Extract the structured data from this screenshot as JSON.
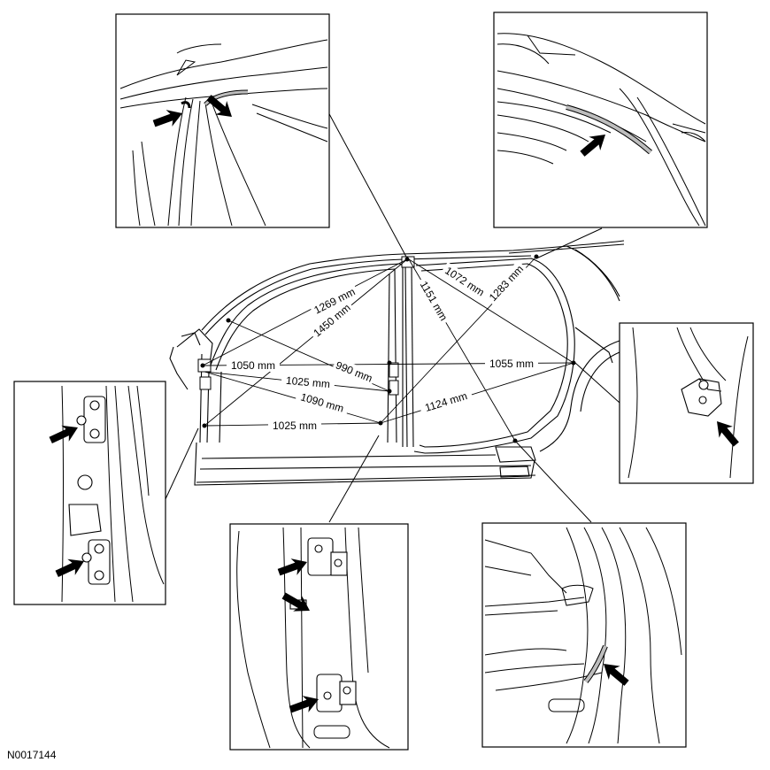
{
  "figure_id": "N0017144",
  "dimensions": {
    "d1269": "1269 mm",
    "d1450": "1450 mm",
    "d1072": "1072 mm",
    "d1151": "1151 mm",
    "d1283": "1283 mm",
    "d1050": "1050 mm",
    "d990": "990 mm",
    "d1055": "1055 mm",
    "d1025_upper": "1025 mm",
    "d1090": "1090 mm",
    "d1124": "1124 mm",
    "d1025_lower": "1025 mm"
  },
  "detail_views": [
    {
      "name": "roof-front-detail"
    },
    {
      "name": "roof-rear-detail"
    },
    {
      "name": "rear-striker-detail"
    },
    {
      "name": "front-hinge-detail"
    },
    {
      "name": "center-pillar-hinge-detail"
    },
    {
      "name": "rear-sill-detail"
    }
  ],
  "colors": {
    "line": "#000000",
    "background": "#ffffff",
    "highlight": "#bdbdbd"
  }
}
